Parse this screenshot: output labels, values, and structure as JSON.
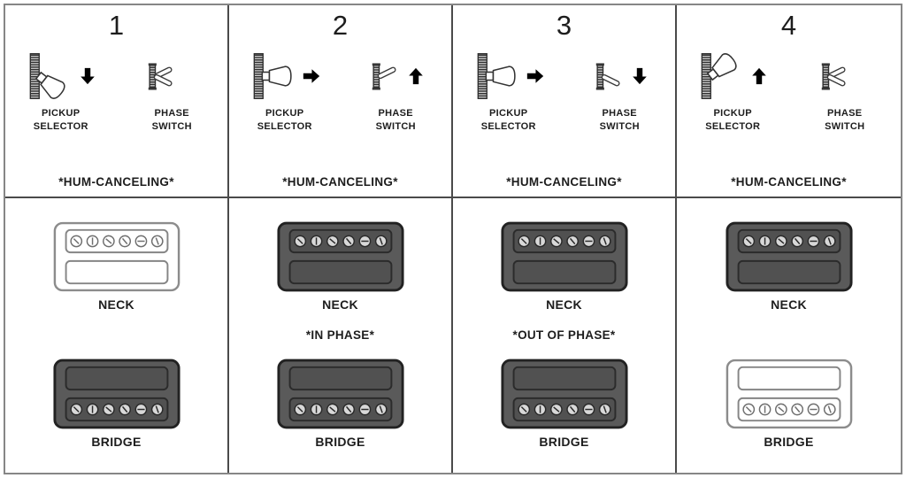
{
  "table": {
    "columns": [
      {
        "number": "1",
        "selector": {
          "icon": "pickup-selector-lever-icon",
          "position": "down",
          "arrow": "down",
          "label": "PICKUP\nSELECTOR"
        },
        "phase": {
          "icon": "phase-switch-toggle-icon",
          "position": "any",
          "arrow": "none",
          "label": "PHASE\nSWITCH"
        },
        "mode": "*HUM-CANCELING*",
        "neck": {
          "label": "NECK",
          "state": "inactive"
        },
        "phase_note": "",
        "bridge": {
          "label": "BRIDGE",
          "state": "active"
        }
      },
      {
        "number": "2",
        "selector": {
          "icon": "pickup-selector-lever-icon",
          "position": "right",
          "arrow": "right",
          "label": "PICKUP\nSELECTOR"
        },
        "phase": {
          "icon": "phase-switch-toggle-icon",
          "position": "up",
          "arrow": "up",
          "label": "PHASE\nSWITCH"
        },
        "mode": "*HUM-CANCELING*",
        "neck": {
          "label": "NECK",
          "state": "active"
        },
        "phase_note": "*IN PHASE*",
        "bridge": {
          "label": "BRIDGE",
          "state": "active"
        }
      },
      {
        "number": "3",
        "selector": {
          "icon": "pickup-selector-lever-icon",
          "position": "right",
          "arrow": "right",
          "label": "PICKUP\nSELECTOR"
        },
        "phase": {
          "icon": "phase-switch-toggle-icon",
          "position": "down",
          "arrow": "down",
          "label": "PHASE\nSWITCH"
        },
        "mode": "*HUM-CANCELING*",
        "neck": {
          "label": "NECK",
          "state": "active"
        },
        "phase_note": "*OUT OF PHASE*",
        "bridge": {
          "label": "BRIDGE",
          "state": "active"
        }
      },
      {
        "number": "4",
        "selector": {
          "icon": "pickup-selector-lever-icon",
          "position": "up",
          "arrow": "up",
          "label": "PICKUP\nSELECTOR"
        },
        "phase": {
          "icon": "phase-switch-toggle-icon",
          "position": "any",
          "arrow": "none",
          "label": "PHASE\nSWITCH"
        },
        "mode": "*HUM-CANCELING*",
        "neck": {
          "label": "NECK",
          "state": "active"
        },
        "phase_note": "",
        "bridge": {
          "label": "BRIDGE",
          "state": "inactive"
        }
      }
    ]
  },
  "colors": {
    "background": "#ffffff",
    "outer_border": "#868686",
    "grid_line": "#4a4a4a",
    "text": "#1d1d1d",
    "arrow": "#7a7a7a",
    "pickup_active_fill": "#5a5a5a",
    "pickup_active_stroke": "#222222",
    "pickup_inactive_stroke": "#8c8c8c",
    "screw_active_fill": "#d8d8d8"
  }
}
